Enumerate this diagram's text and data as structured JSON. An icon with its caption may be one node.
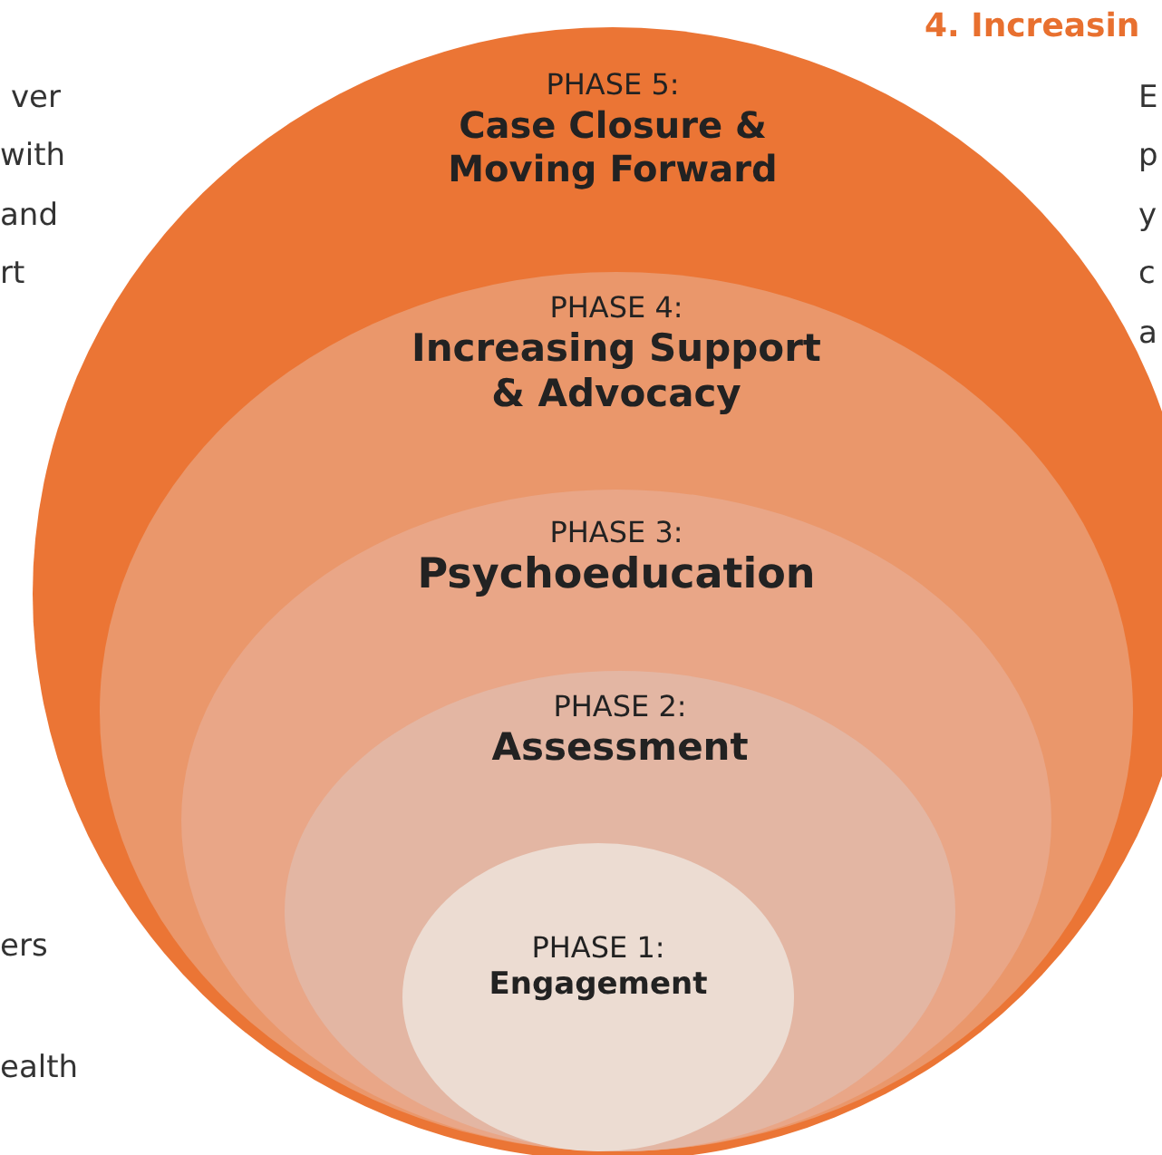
{
  "diagram": {
    "nodes": [
      {
        "text": [
          "PHASE 5:",
          "Case Closure & Moving Forward"
        ]
      },
      {
        "text": [
          "PHASE 4:",
          "Increasing Support & Advocacy"
        ],
        "in": 0
      },
      {
        "text": [
          "PHASE 3:",
          "Psychoeducation"
        ],
        "in": 1
      },
      {
        "text": [
          "PHASE 2:",
          "Assessment"
        ],
        "in": 2
      },
      {
        "text": [
          "PHASE 1:",
          "Engagement"
        ],
        "in": 3
      }
    ],
    "labels": [
      "ver",
      "with",
      "and",
      "rt",
      "ers",
      "ealth",
      "4. Increasin",
      "E",
      "p",
      "y",
      "c",
      "a"
    ]
  }
}
